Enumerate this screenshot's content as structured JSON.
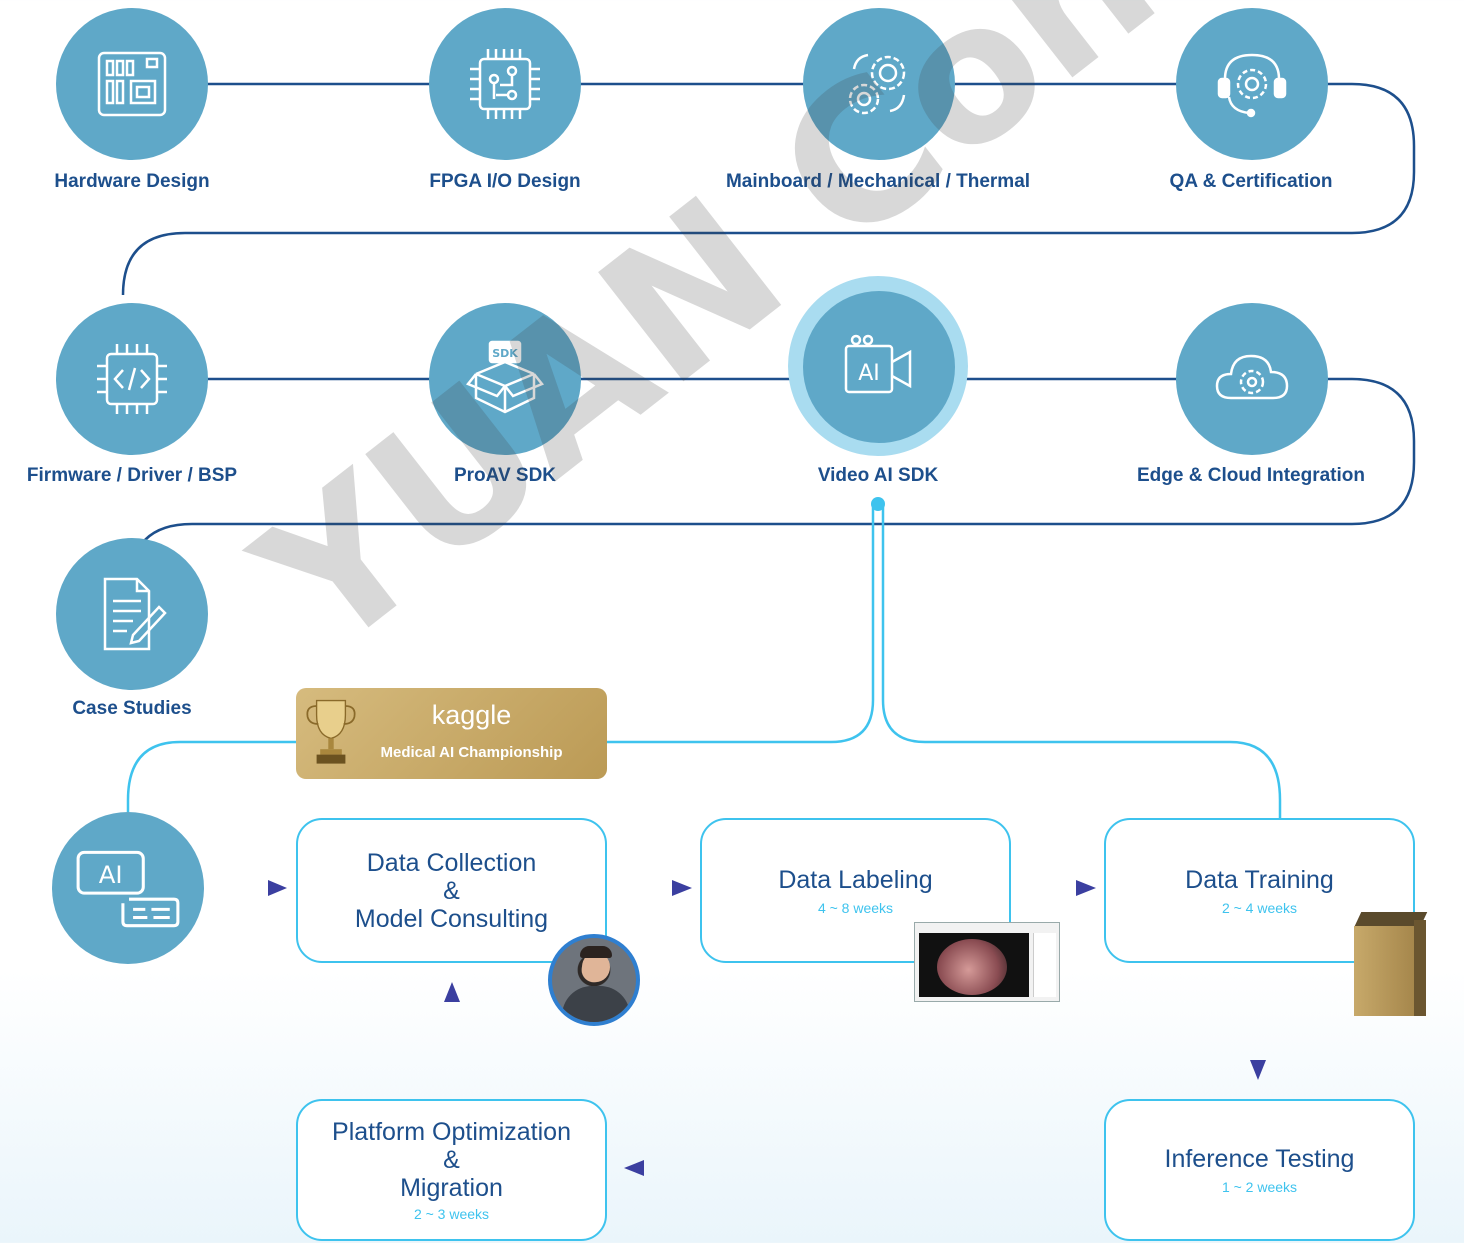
{
  "steps_row1": [
    {
      "name": "step-hardware-design",
      "icon": "motherboard-icon",
      "label": "Hardware Design"
    },
    {
      "name": "step-fpga-io-design",
      "icon": "circuit-chip-icon",
      "label": "FPGA I/O Design"
    },
    {
      "name": "step-mainboard-mechanical-thermal",
      "icon": "gears-icon",
      "label": "Mainboard / Mechanical / Thermal"
    },
    {
      "name": "step-qa-certification",
      "icon": "headset-gear-icon",
      "label": "QA & Certification"
    }
  ],
  "steps_row2": [
    {
      "name": "step-firmware-driver-bsp",
      "icon": "code-chip-icon",
      "label": "Firmware / Driver / BSP"
    },
    {
      "name": "step-proav-sdk",
      "icon": "sdk-box-icon",
      "label": "ProAV SDK"
    },
    {
      "name": "step-video-ai-sdk",
      "icon": "ai-camera-icon",
      "label": "Video AI SDK"
    },
    {
      "name": "step-edge-cloud-integration",
      "icon": "cloud-gear-icon",
      "label": "Edge & Cloud Integration"
    }
  ],
  "case_studies": {
    "icon": "document-pen-icon",
    "label": "Case Studies"
  },
  "ai_start": {
    "icon": "ai-screen-icon",
    "text": "AI"
  },
  "kaggle": {
    "brand": "kaggle",
    "subtitle": "Medical AI Championship"
  },
  "boxes": {
    "data_collection": {
      "title1": "Data Collection",
      "amp": "&",
      "title2": "Model Consulting"
    },
    "data_labeling": {
      "title": "Data Labeling",
      "duration": "4 ~ 8 weeks"
    },
    "data_training": {
      "title": "Data Training",
      "duration": "2 ~ 4 weeks"
    },
    "inference_testing": {
      "title": "Inference Testing",
      "duration": "1 ~ 2 weeks"
    },
    "platform_optimization": {
      "title1": "Platform Optimization",
      "amp": "&",
      "title2": "Migration",
      "duration": "2 ~ 3 weeks"
    }
  },
  "watermark": "YUAN Confidential",
  "colors": {
    "circle": "#5fa8c8",
    "line_dark": "#1d4f8c",
    "line_light": "#3ec3ee",
    "arrow": "#3b3fa0",
    "gold": "#c8a865"
  }
}
